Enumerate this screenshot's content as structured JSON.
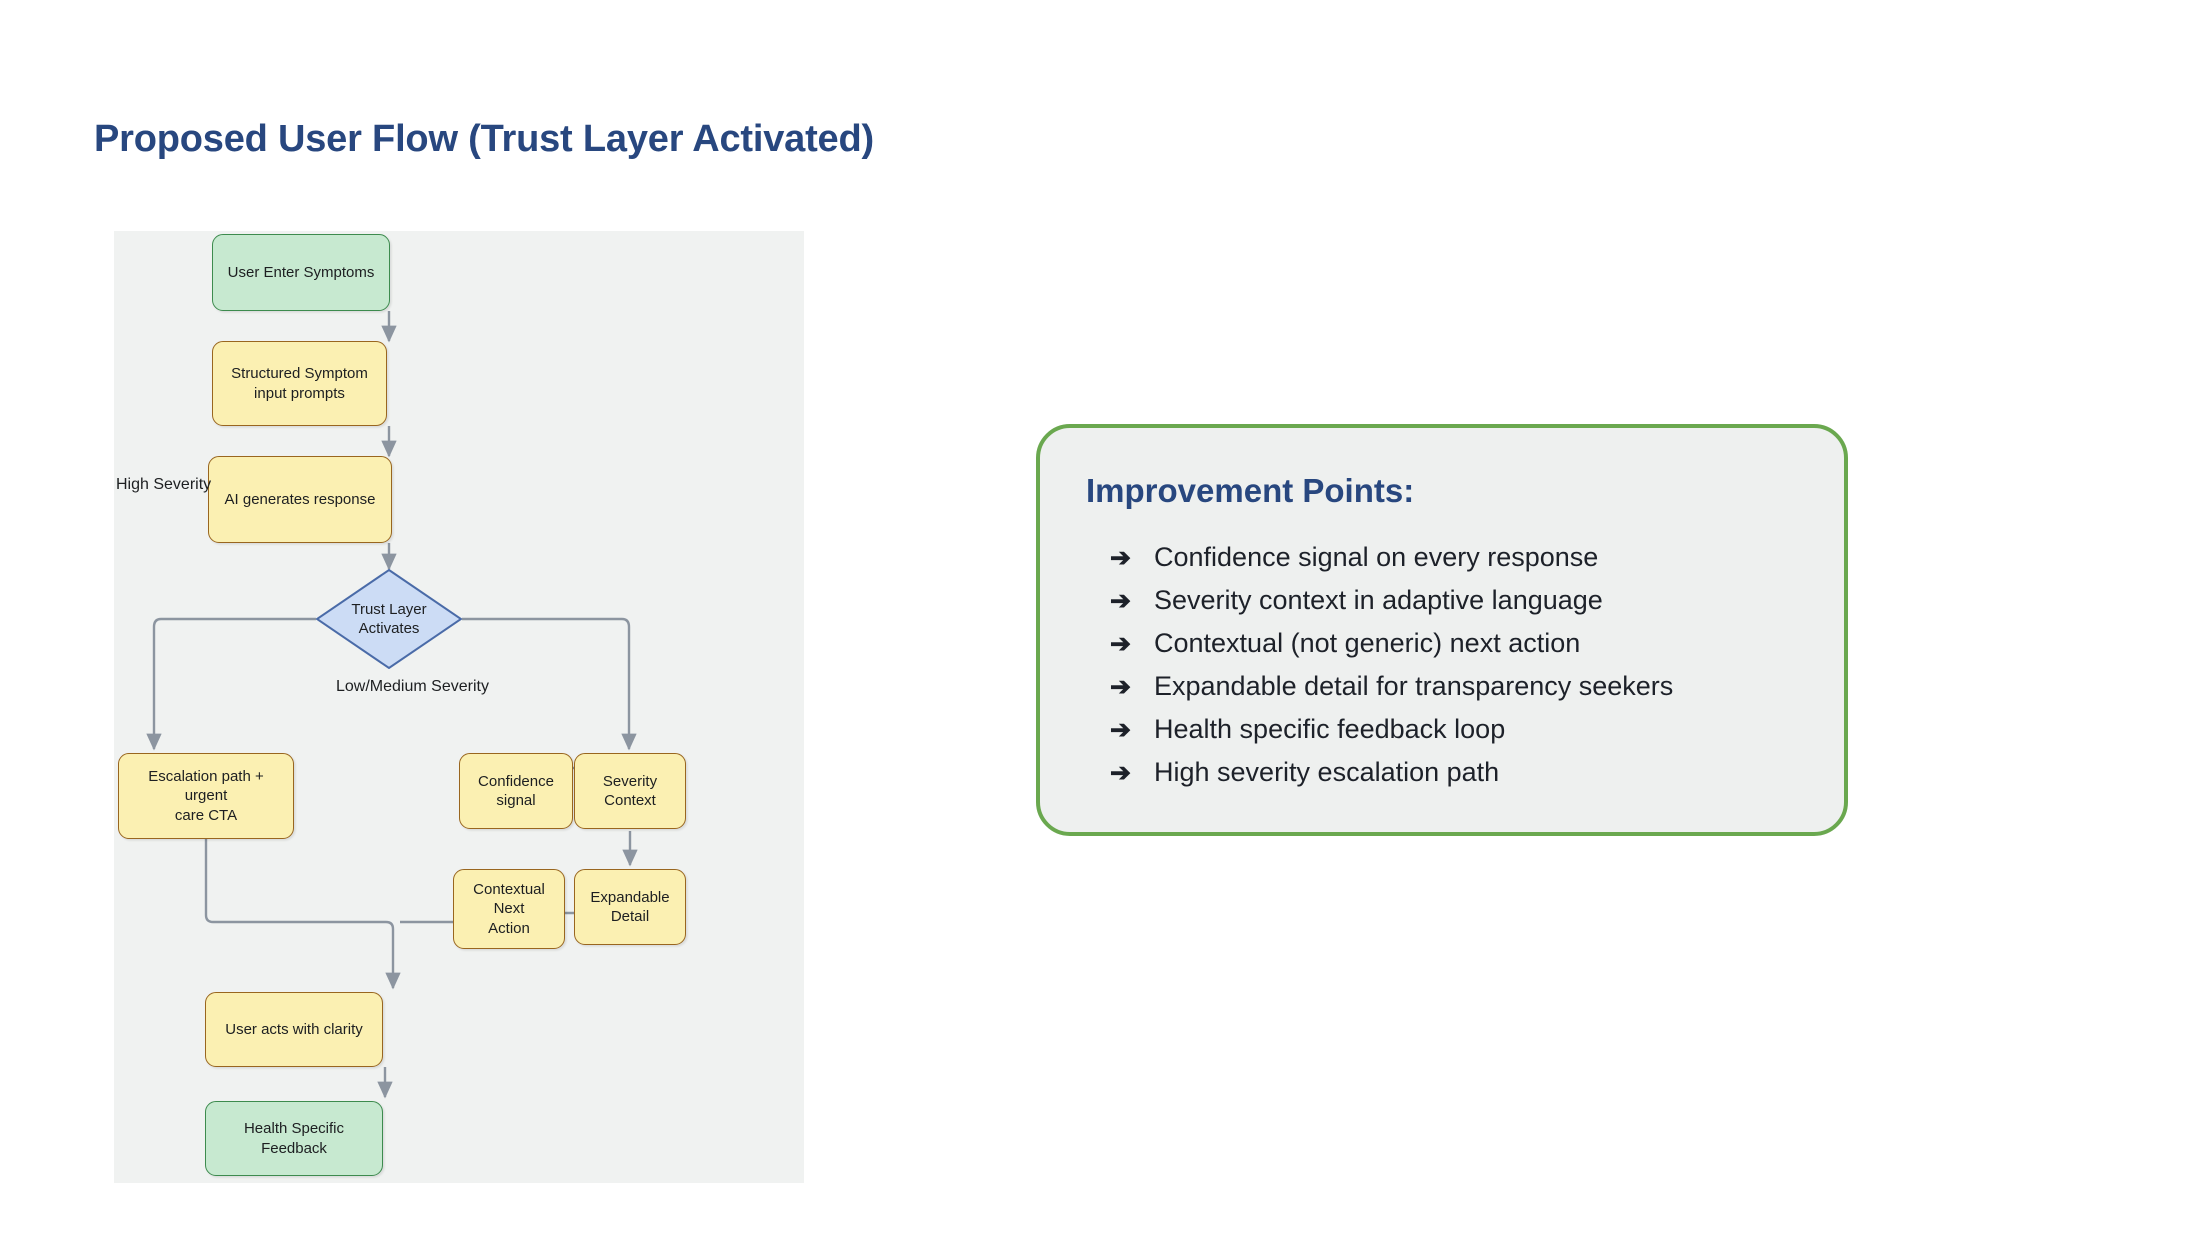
{
  "slide": {
    "title": "Proposed User Flow (Trust Layer Activated)",
    "title_color": "#28477f"
  },
  "flowchart": {
    "background": "#f0f2f1",
    "edge_color": "#8c95a0",
    "palette": {
      "green_fill": "#c7e9d0",
      "green_border": "#3d8b4e",
      "yellow_fill": "#fbf0b2",
      "yellow_border": "#99661f",
      "blue_fill": "#ccdcf5",
      "blue_border": "#4a6ba8"
    },
    "nodes": [
      {
        "id": "user-enter-symptoms",
        "label": "User Enter Symptoms",
        "shape": "rounded-rect",
        "style": "green"
      },
      {
        "id": "structured-symptom",
        "label": "Structured Symptom\ninput prompts",
        "shape": "rounded-rect",
        "style": "yellow"
      },
      {
        "id": "ai-generates-response",
        "label": "AI generates response",
        "shape": "rounded-rect",
        "style": "yellow"
      },
      {
        "id": "trust-layer-activates",
        "label": "Trust Layer\nActivates",
        "shape": "diamond",
        "style": "blue"
      },
      {
        "id": "escalation-path",
        "label": "Escalation path + urgent\ncare CTA",
        "shape": "rounded-rect",
        "style": "yellow"
      },
      {
        "id": "confidence-signal",
        "label": "Confidence signal",
        "shape": "rounded-rect",
        "style": "yellow"
      },
      {
        "id": "severity-context",
        "label": "Severity Context",
        "shape": "rounded-rect",
        "style": "yellow"
      },
      {
        "id": "expandable-detail",
        "label": "Expandable Detail",
        "shape": "rounded-rect",
        "style": "yellow"
      },
      {
        "id": "contextual-next-action",
        "label": "Contextual Next\nAction",
        "shape": "rounded-rect",
        "style": "yellow"
      },
      {
        "id": "user-acts-with-clarity",
        "label": "User acts with clarity",
        "shape": "rounded-rect",
        "style": "yellow"
      },
      {
        "id": "health-specific-feedback",
        "label": "Health Specific Feedback",
        "shape": "rounded-rect",
        "style": "green"
      }
    ],
    "edge_labels": [
      {
        "id": "high-severity",
        "label": "High Severity"
      },
      {
        "id": "low-medium-severity",
        "label": "Low/Medium Severity"
      }
    ],
    "edges": [
      {
        "from": "user-enter-symptoms",
        "to": "structured-symptom"
      },
      {
        "from": "structured-symptom",
        "to": "ai-generates-response"
      },
      {
        "from": "ai-generates-response",
        "to": "trust-layer-activates"
      },
      {
        "from": "trust-layer-activates",
        "to": "escalation-path",
        "label": "High Severity"
      },
      {
        "from": "trust-layer-activates",
        "to": "confidence-signal",
        "label": "Low/Medium Severity"
      },
      {
        "from": "confidence-signal",
        "to": "severity-context"
      },
      {
        "from": "severity-context",
        "to": "expandable-detail"
      },
      {
        "from": "expandable-detail",
        "to": "contextual-next-action"
      },
      {
        "from": "escalation-path",
        "to": "user-acts-with-clarity"
      },
      {
        "from": "contextual-next-action",
        "to": "user-acts-with-clarity"
      },
      {
        "from": "user-acts-with-clarity",
        "to": "health-specific-feedback"
      }
    ]
  },
  "improvement_panel": {
    "heading": "Improvement Points:",
    "heading_color": "#28477f",
    "border_color": "#6aa84f",
    "background": "#eef0ef",
    "bullet_glyph": "➔",
    "items": [
      "Confidence signal on every response",
      "Severity context in adaptive language",
      "Contextual (not generic) next action",
      "Expandable detail for transparency seekers",
      "Health specific feedback loop",
      "High severity escalation path"
    ]
  }
}
